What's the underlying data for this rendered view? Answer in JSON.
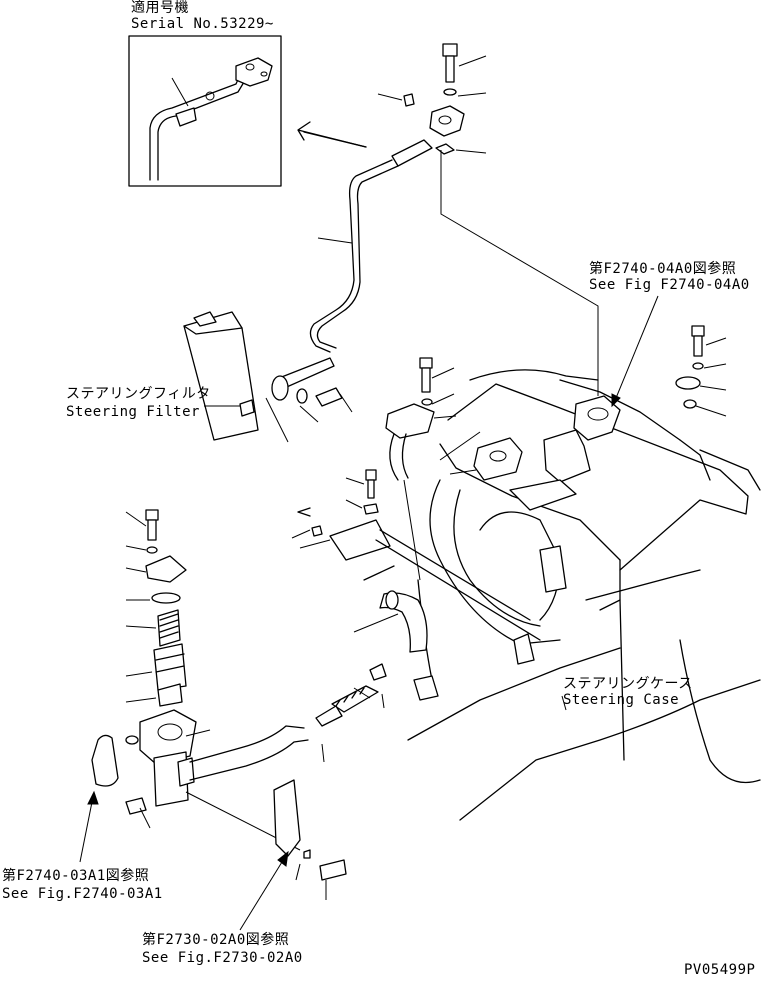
{
  "inset": {
    "title": "適用号機",
    "serial": "Serial No.53229~"
  },
  "labels": {
    "ref_f2740_04a0_jp": "第F2740-04A0図参照",
    "ref_f2740_04a0_en": "See Fig F2740-04A0",
    "steering_filter_jp": "ステアリングフィルタ",
    "steering_filter_en": "Steering Filter",
    "steering_case_jp": "ステアリングケース",
    "steering_case_en": "Steering Case",
    "ref_f2740_03a1_jp": "第F2740-03A1図参照",
    "ref_f2740_03a1_en": "See Fig.F2740-03A1",
    "ref_f2730_02a0_jp": "第F2730-02A0図参照",
    "ref_f2730_02a0_en": "See Fig.F2730-02A0"
  },
  "drawing_number": "PV05499P"
}
